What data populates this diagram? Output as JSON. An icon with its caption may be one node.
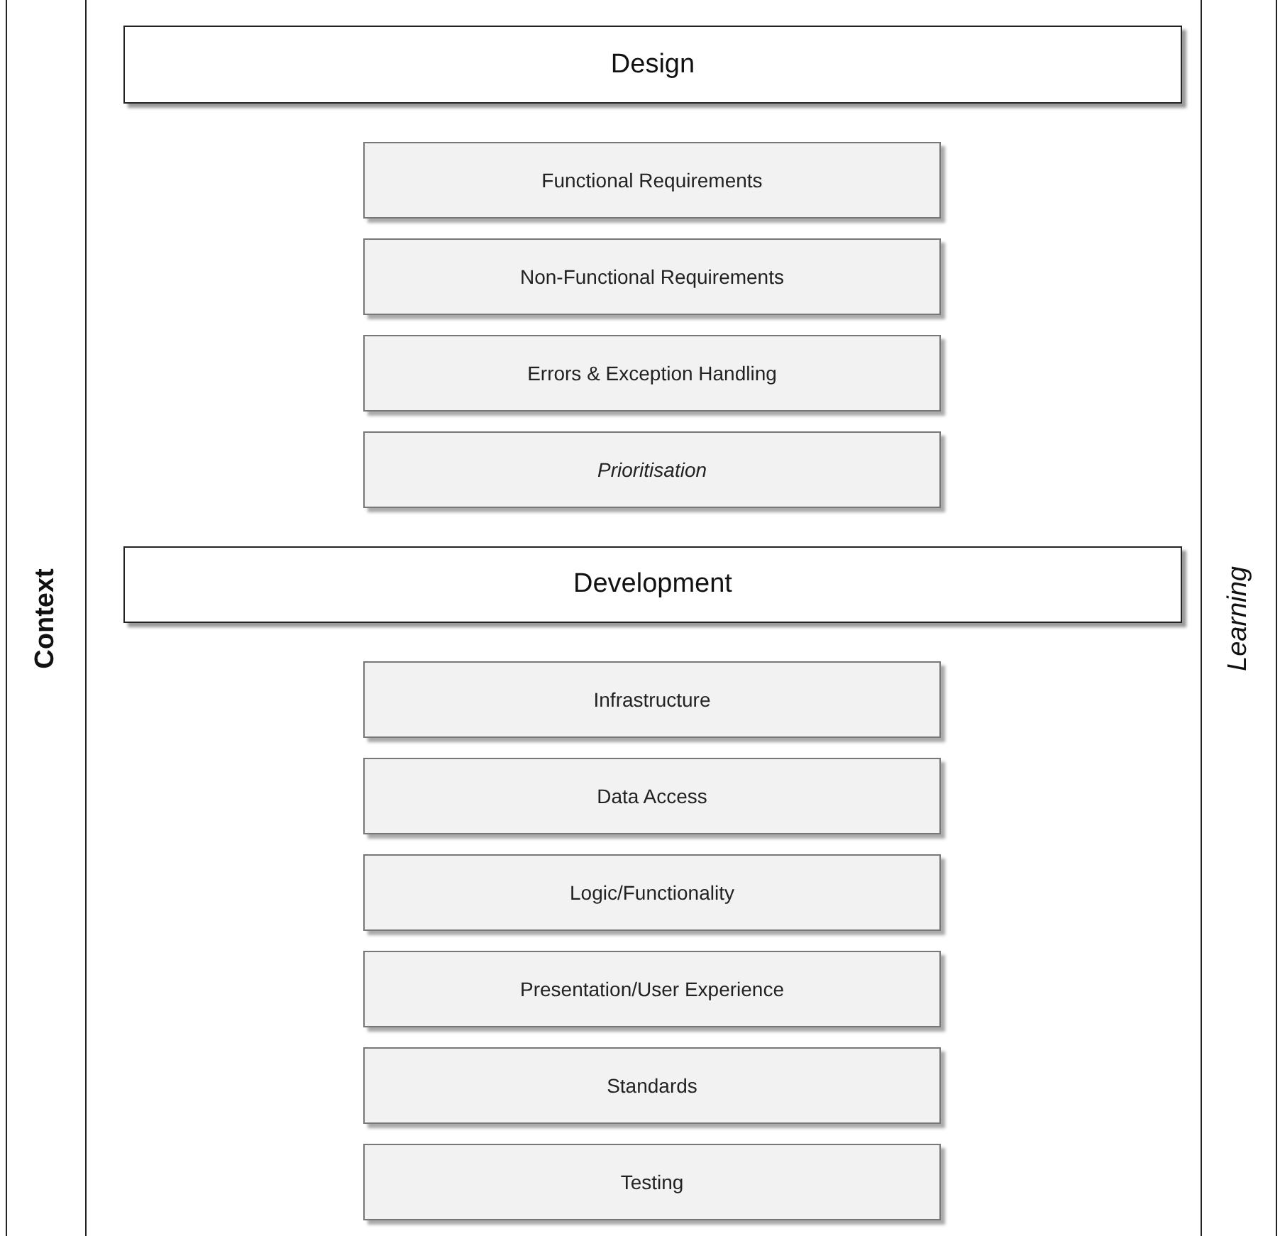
{
  "diagram": {
    "nodes": [
      {
        "text": [
          "Context"
        ]
      },
      {
        "text": [
          "Learning"
        ]
      },
      {
        "text": [
          "Design"
        ]
      },
      {
        "text": [
          "Functional Requirements"
        ]
      },
      {
        "text": [
          "Non-Functional Requirements"
        ]
      },
      {
        "text": [
          "Errors & Exception Handling"
        ]
      },
      {
        "text": [
          "Prioritisation"
        ]
      },
      {
        "text": [
          "Development"
        ]
      },
      {
        "text": [
          "Infrastructure"
        ]
      },
      {
        "text": [
          "Data Access"
        ]
      },
      {
        "text": [
          "Logic/Functionality"
        ]
      },
      {
        "text": [
          "Presentation/User Experience"
        ]
      },
      {
        "text": [
          "Standards"
        ]
      },
      {
        "text": [
          "Testing"
        ]
      }
    ]
  }
}
